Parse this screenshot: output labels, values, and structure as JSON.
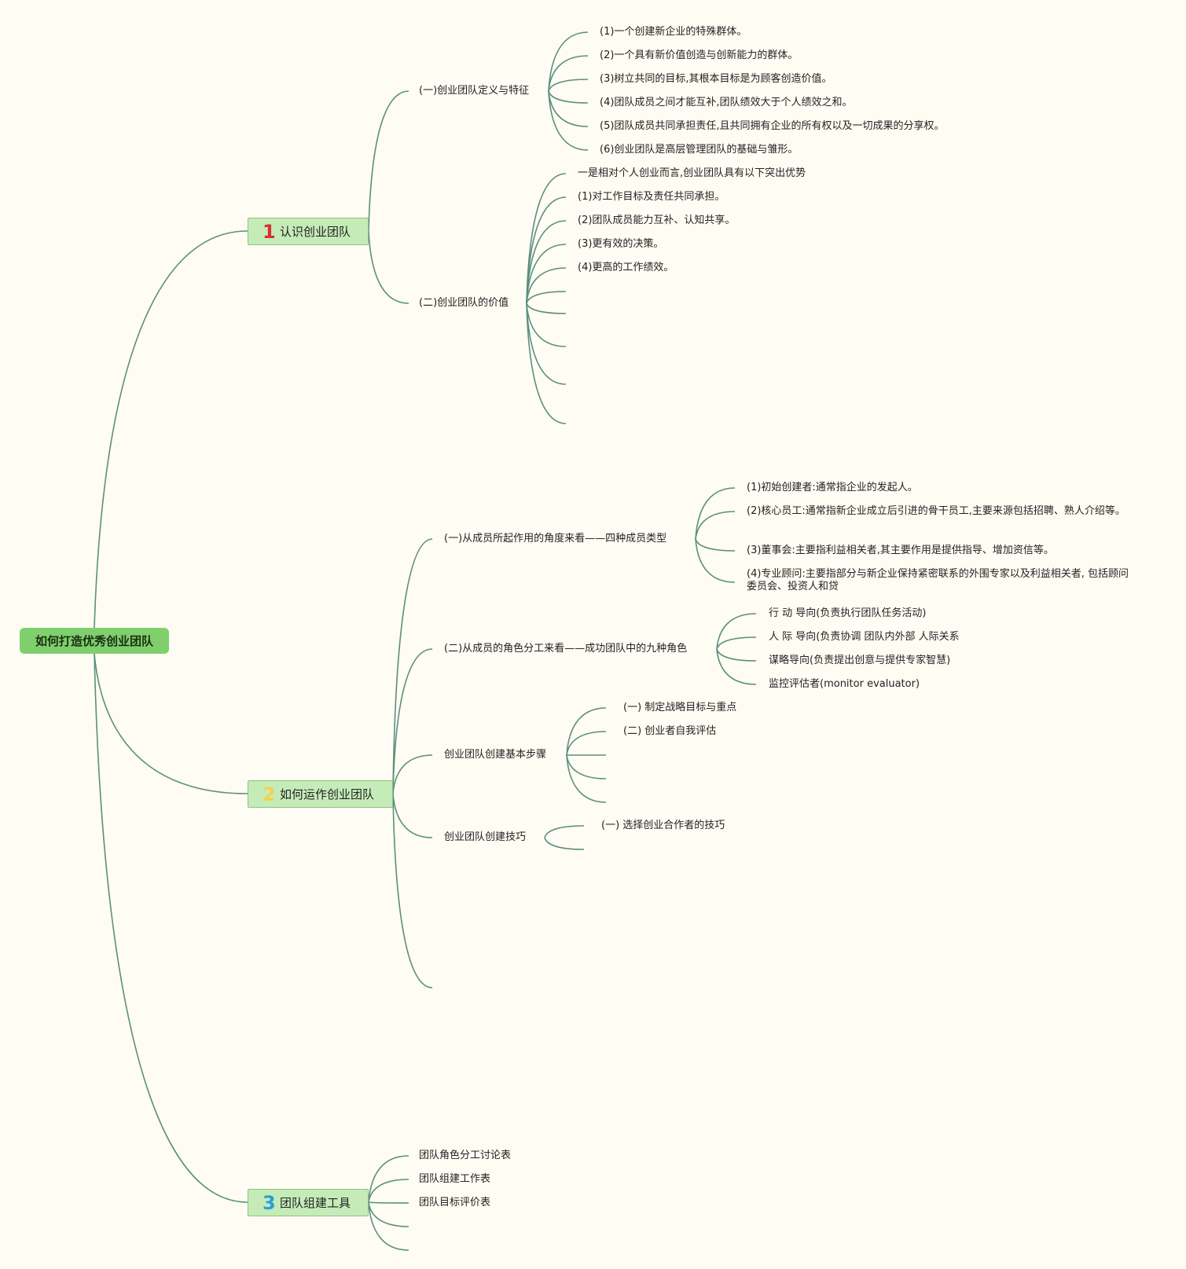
{
  "colors": {
    "line": "#5b8f80",
    "root_bg": "#7fcf6d",
    "main_bg": "#c5ecb8",
    "num1": "#d93030",
    "num2": "#f3d24b",
    "num3": "#2a9fd8"
  },
  "root": "如何打造优秀创业团队",
  "main": [
    {
      "num": "1",
      "label": "认识创业团队"
    },
    {
      "num": "2",
      "label": "如何运作创业团队"
    },
    {
      "num": "3",
      "label": "团队组建工具"
    }
  ],
  "sub": {
    "a": "(一)创业团队定义与特征",
    "b": "(二)创业团队的价值",
    "c": "(一)从成员所起作用的角度来看——四种成员类型",
    "d": "(二)从成员的角色分工来看——成功团队中的九种角色",
    "e": "创业团队创建基本步骤",
    "f": "创业团队创建技巧"
  },
  "leaves": {
    "a": [
      "(1)一个创建新企业的特殊群体。",
      "(2)一个具有新价值创造与创新能力的群体。",
      "(3)树立共同的目标,其根本目标是为顾客创造价值。",
      "(4)团队成员之间才能互补,团队绩效大于个人绩效之和。",
      "(5)团队成员共同承担责任,且共同拥有企业的所有权以及一切成果的分享权。",
      "(6)创业团队是高层管理团队的基础与雏形。"
    ],
    "b": [
      "一是相对个人创业而言,创业团队具有以下突出优势",
      "(1)对工作目标及责任共同承担。",
      "(2)团队成员能力互补、认知共享。",
      "(3)更有效的决策。",
      "(4)更高的工作绩效。"
    ],
    "c": [
      "(1)初始创建者:通常指企业的发起人。",
      "(2)核心员工:通常指新企业成立后引进的骨干员工,主要来源包括招聘、熟人介绍等。",
      "(3)董事会:主要指利益相关者,其主要作用是提供指导、增加资信等。",
      "(4)专业顾问:主要指部分与新企业保持紧密联系的外围专家以及利益相关者, 包括顾问委员会、投资人和贷"
    ],
    "d": [
      "行 动 导向(负责执行团队任务活动)",
      "人 际 导向(负责协调 团队内外部 人际关系",
      "谋略导向(负责提出创意与提供专家智慧)",
      "监控评估者(monitor evaluator)"
    ],
    "e": [
      "(一)  制定战略目标与重点",
      "(二)  创业者自我评估"
    ],
    "f": [
      "(一)  选择创业合作者的技巧"
    ],
    "g": [
      "团队角色分工讨论表",
      "团队组建工作表",
      "团队目标评价表"
    ]
  }
}
